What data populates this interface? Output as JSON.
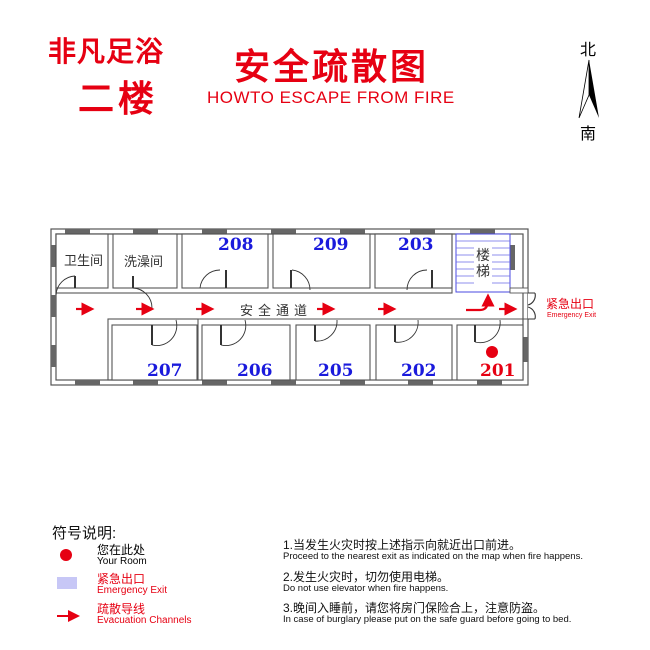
{
  "header": {
    "brand": "非凡足浴",
    "floor": "二楼",
    "title": "安全疏散图",
    "subtitle": "HOWTO ESCAPE FROM FIRE"
  },
  "compass": {
    "north": "北",
    "south": "南"
  },
  "map": {
    "rooms_top": [
      {
        "label": "卫生间",
        "type": "facility"
      },
      {
        "label": "洗澡间",
        "type": "facility"
      },
      {
        "label": "208",
        "type": "room"
      },
      {
        "label": "209",
        "type": "room"
      },
      {
        "label": "203",
        "type": "room"
      }
    ],
    "stairs": {
      "line1": "楼",
      "line2": "梯"
    },
    "corridor": "安全通道",
    "rooms_bottom": [
      {
        "label": "207"
      },
      {
        "label": "206"
      },
      {
        "label": "205"
      },
      {
        "label": "202"
      },
      {
        "label": "201",
        "current": true
      }
    ],
    "exit": {
      "cn": "紧急出口",
      "en": "Emergency Exit"
    }
  },
  "legend": {
    "title": "符号说明:",
    "items": [
      {
        "icon": "red-dot-icon",
        "cn": "您在此处",
        "en": "Your Room"
      },
      {
        "icon": "emergency-exit-hatch-icon",
        "cn": "紧急出口",
        "en": "Emergency Exit"
      },
      {
        "icon": "red-arrow-icon",
        "cn": "疏散导线",
        "en": "Evacuation Channels"
      }
    ]
  },
  "notes": [
    {
      "cn": "1.当发生火灾时按上述指示向就近出口前进。",
      "en": "Proceed to the nearest exit as indicated on the map when fire happens."
    },
    {
      "cn": "2.发生火灾时，切勿使用电梯。",
      "en": "Do not use elevator when fire happens."
    },
    {
      "cn": "3.晚间入睡前，请您将房门保险合上，注意防盗。",
      "en": "In case of burglary please put on the safe guard before going to bed."
    }
  ],
  "colors": {
    "accent": "#e60012",
    "room_number": "#1a1adc",
    "stairs": "#4a4ae0",
    "window": "#666666"
  }
}
